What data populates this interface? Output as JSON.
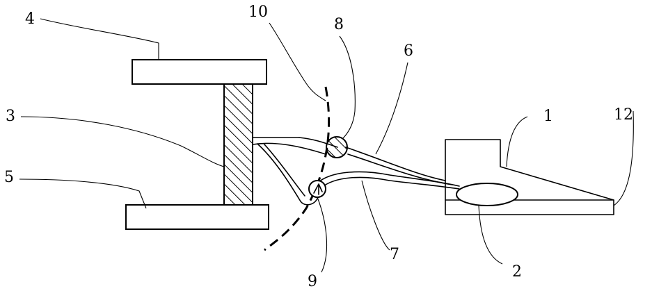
{
  "figure": {
    "labels": {
      "l1": "1",
      "l2": "2",
      "l3": "3",
      "l4": "4",
      "l5": "5",
      "l6": "6",
      "l7": "7",
      "l8": "8",
      "l9": "9",
      "l10": "10",
      "l12": "12"
    },
    "colors": {
      "stroke": "#000000",
      "background": "#ffffff"
    }
  }
}
